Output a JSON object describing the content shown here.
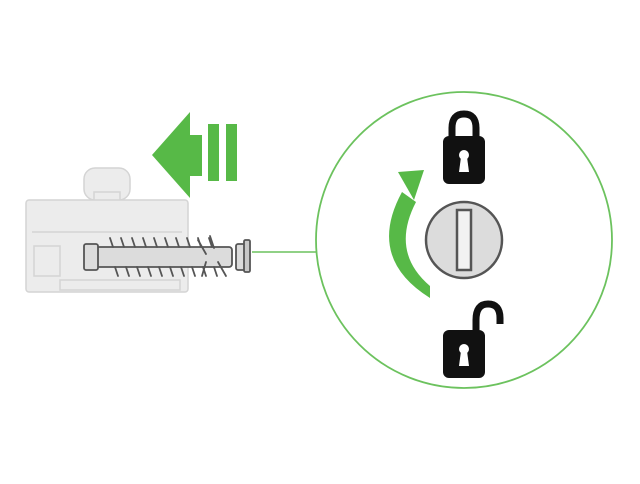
{
  "colors": {
    "accent_green": "#57b947",
    "outline_green": "#6cc25e",
    "housing_fill": "#ececec",
    "housing_stroke": "#d4d4d4",
    "brush_fill": "#dcdcdc",
    "brush_stroke": "#555555",
    "end_cap_fill": "#c8c8c8",
    "lock_black": "#111111"
  },
  "diagram": {
    "arrow_direction": "left",
    "rotation_direction": "clockwise",
    "top_lock_state": "locked",
    "bottom_lock_state": "unlocked",
    "icons": [
      "insert-arrow-icon",
      "rotate-arrow-icon",
      "lock-closed-icon",
      "lock-open-icon",
      "end-cap-slot-icon"
    ]
  }
}
